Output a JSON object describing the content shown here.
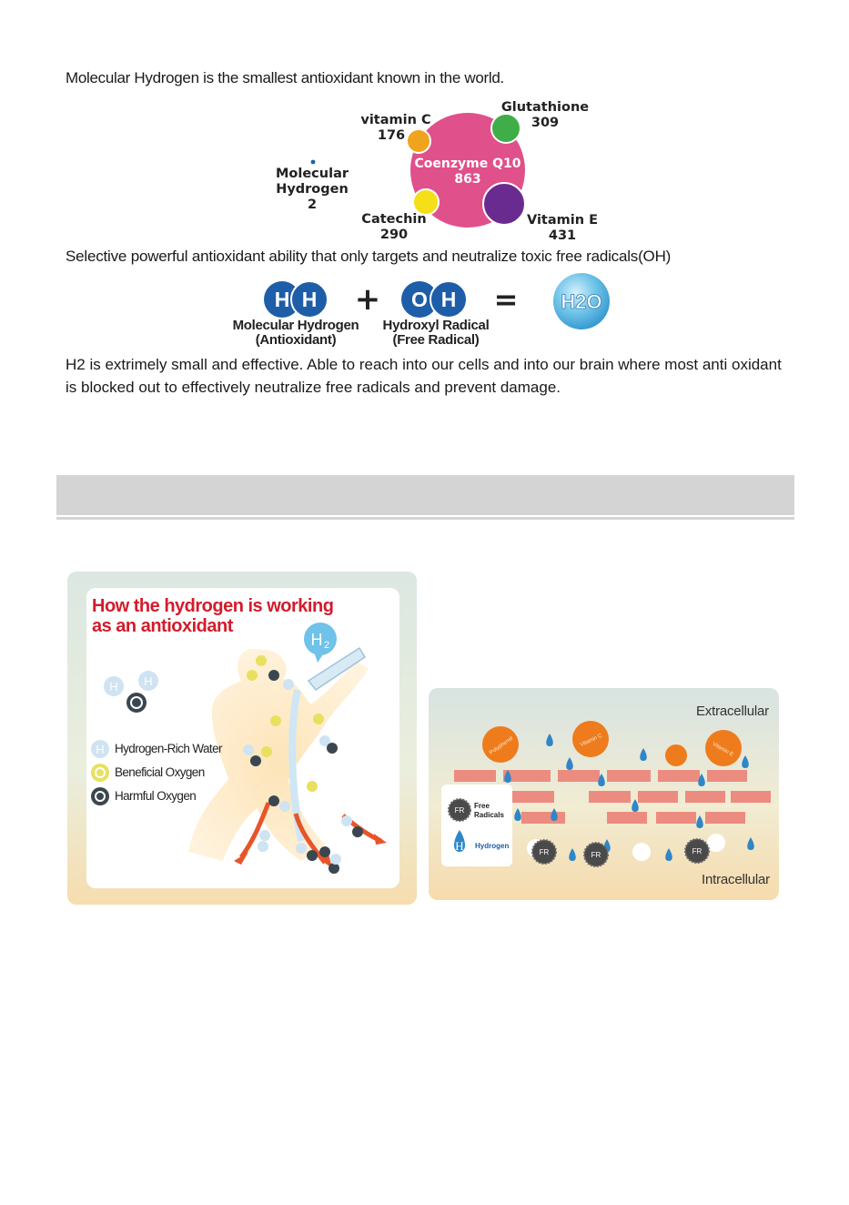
{
  "intro": "Molecular Hydrogen is the smallest antioxidant known in the world.",
  "antioxidants": [
    {
      "id": "vitc",
      "name": "vitamin C",
      "value": "176"
    },
    {
      "id": "glut",
      "name": "Glutathione",
      "value": "309"
    },
    {
      "id": "coq10",
      "name": "Coenzyme Q10",
      "value": "863"
    },
    {
      "id": "h2",
      "name": "Molecular Hydrogen",
      "value": "2"
    },
    {
      "id": "cat",
      "name": "Catechin",
      "value": "290"
    },
    {
      "id": "vite",
      "name": "Vitamin E",
      "value": "431"
    }
  ],
  "labels": {
    "vitc_name": "vitamin C",
    "vitc_val": "176",
    "glut_name": "Glutathione",
    "glut_val": "309",
    "coq_name": "Coenzyme Q10",
    "coq_val": "863",
    "h2_l1": "Molecular",
    "h2_l2": "Hydrogen",
    "h2_val": "2",
    "cat_name": "Catechin",
    "cat_val": "290",
    "vite_name": "Vitamin E",
    "vite_val": "431"
  },
  "selective": "Selective powerful antioxidant ability that only targets and neutralize toxic free radicals(OH)",
  "equation": {
    "h": "H",
    "o": "O",
    "plus": "+",
    "equals": "=",
    "result": "H2O",
    "left_l1": "Molecular Hydrogen",
    "left_l2": "(Antioxidant)",
    "right_l1": "Hydroxyl Radical",
    "right_l2": "(Free Radical)"
  },
  "paragraph": "H2 is extrimely small and effective. Able to reach into our cells and into our brain where most anti oxidant is blocked out to effectively neutralize free radicals and prevent damage.",
  "left_panel": {
    "title_l1": "How the hydrogen is working",
    "title_l2": "as an antioxidant",
    "h2_badge": "H",
    "h2_sub": "2",
    "legend": [
      "Hydrogen-Rich Water",
      "Beneficial Oxygen",
      "Harmful Oxygen"
    ],
    "sym_h": "H",
    "sym_o": "O"
  },
  "right_panel": {
    "extracellular": "Extracellular",
    "intracellular": "Intracellular",
    "free_radicals_l1": "Free",
    "free_radicals_l2": "Radicals",
    "hydrogen": "Hydrogen",
    "fr": "FR",
    "h": "H",
    "bubbles": [
      "Polyphenol",
      "Vitamin C",
      "Vitamin E"
    ]
  },
  "colors": {
    "coq10": "#e0508a",
    "vitc": "#f0a41e",
    "glut": "#3fae49",
    "cat": "#f5df18",
    "vite": "#6a2b90",
    "hblue": "#1e5ea8",
    "red_title": "#d21c2c",
    "brick": "#ec8c80",
    "orange_bubble": "#ee7c1c"
  }
}
